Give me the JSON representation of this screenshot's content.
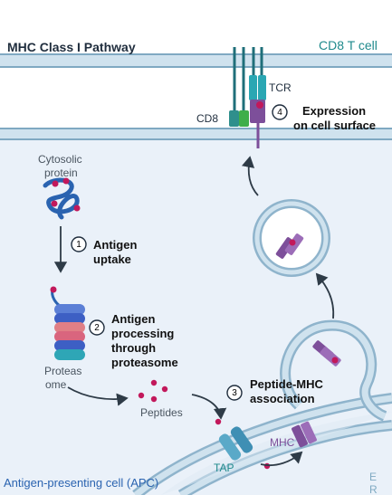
{
  "header": {
    "title": "MHC Class I Pathway",
    "cell_label": "CD8 T cell"
  },
  "cells": {
    "apc_label": "Antigen-presenting cell (APC)",
    "er_label_line1": "E",
    "er_label_line2": "R"
  },
  "molecules": {
    "tcr": "TCR",
    "cd8": "CD8",
    "tap": "TAP",
    "mhc": "MHC",
    "cytosolic_protein_line1": "Cytosolic",
    "cytosolic_protein_line2": "protein",
    "proteasome_line1": "Proteas",
    "proteasome_line2": "ome",
    "peptides": "Peptides"
  },
  "steps": [
    {
      "number": "1",
      "line1": "Antigen",
      "line2": "uptake",
      "line3": ""
    },
    {
      "number": "2",
      "line1": "Antigen",
      "line2": "processing",
      "line3": "through",
      "line4": "proteasome"
    },
    {
      "number": "3",
      "line1": "Peptide-MHC",
      "line2": "association",
      "line3": ""
    },
    {
      "number": "4",
      "line1": "Expression",
      "line2": "on cell surface",
      "line3": ""
    }
  ],
  "colors": {
    "membrane": "#8fb4cc",
    "cytoplasm": "#eaf1f9",
    "tcr": "#2aa7b3",
    "cd8": "#2f9e86",
    "mhc": "#7d4f9a",
    "peptide": "#c2185b",
    "tap": "#5aa9c8"
  }
}
